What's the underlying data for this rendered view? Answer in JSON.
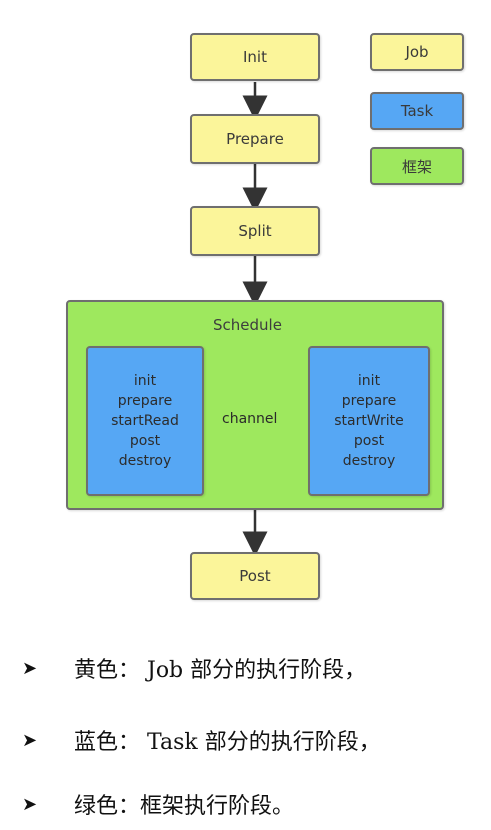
{
  "diagram": {
    "stages": {
      "init": "Init",
      "prepare": "Prepare",
      "split": "Split",
      "schedule": "Schedule",
      "post": "Post"
    },
    "reader_task": [
      "init",
      "prepare",
      "startRead",
      "post",
      "destroy"
    ],
    "writer_task": [
      "init",
      "prepare",
      "startWrite",
      "post",
      "destroy"
    ],
    "channel": "channel",
    "legend": {
      "job": "Job",
      "task": "Task",
      "framework": "框架"
    },
    "colors": {
      "job": "#fbf59a",
      "task": "#56a7f4",
      "framework": "#9ee85e",
      "channel": "#b36cf0"
    }
  },
  "notes": [
    "黄色： Job 部分的执行阶段，",
    "蓝色： Task 部分的执行阶段，",
    "绿色：框架执行阶段。"
  ]
}
